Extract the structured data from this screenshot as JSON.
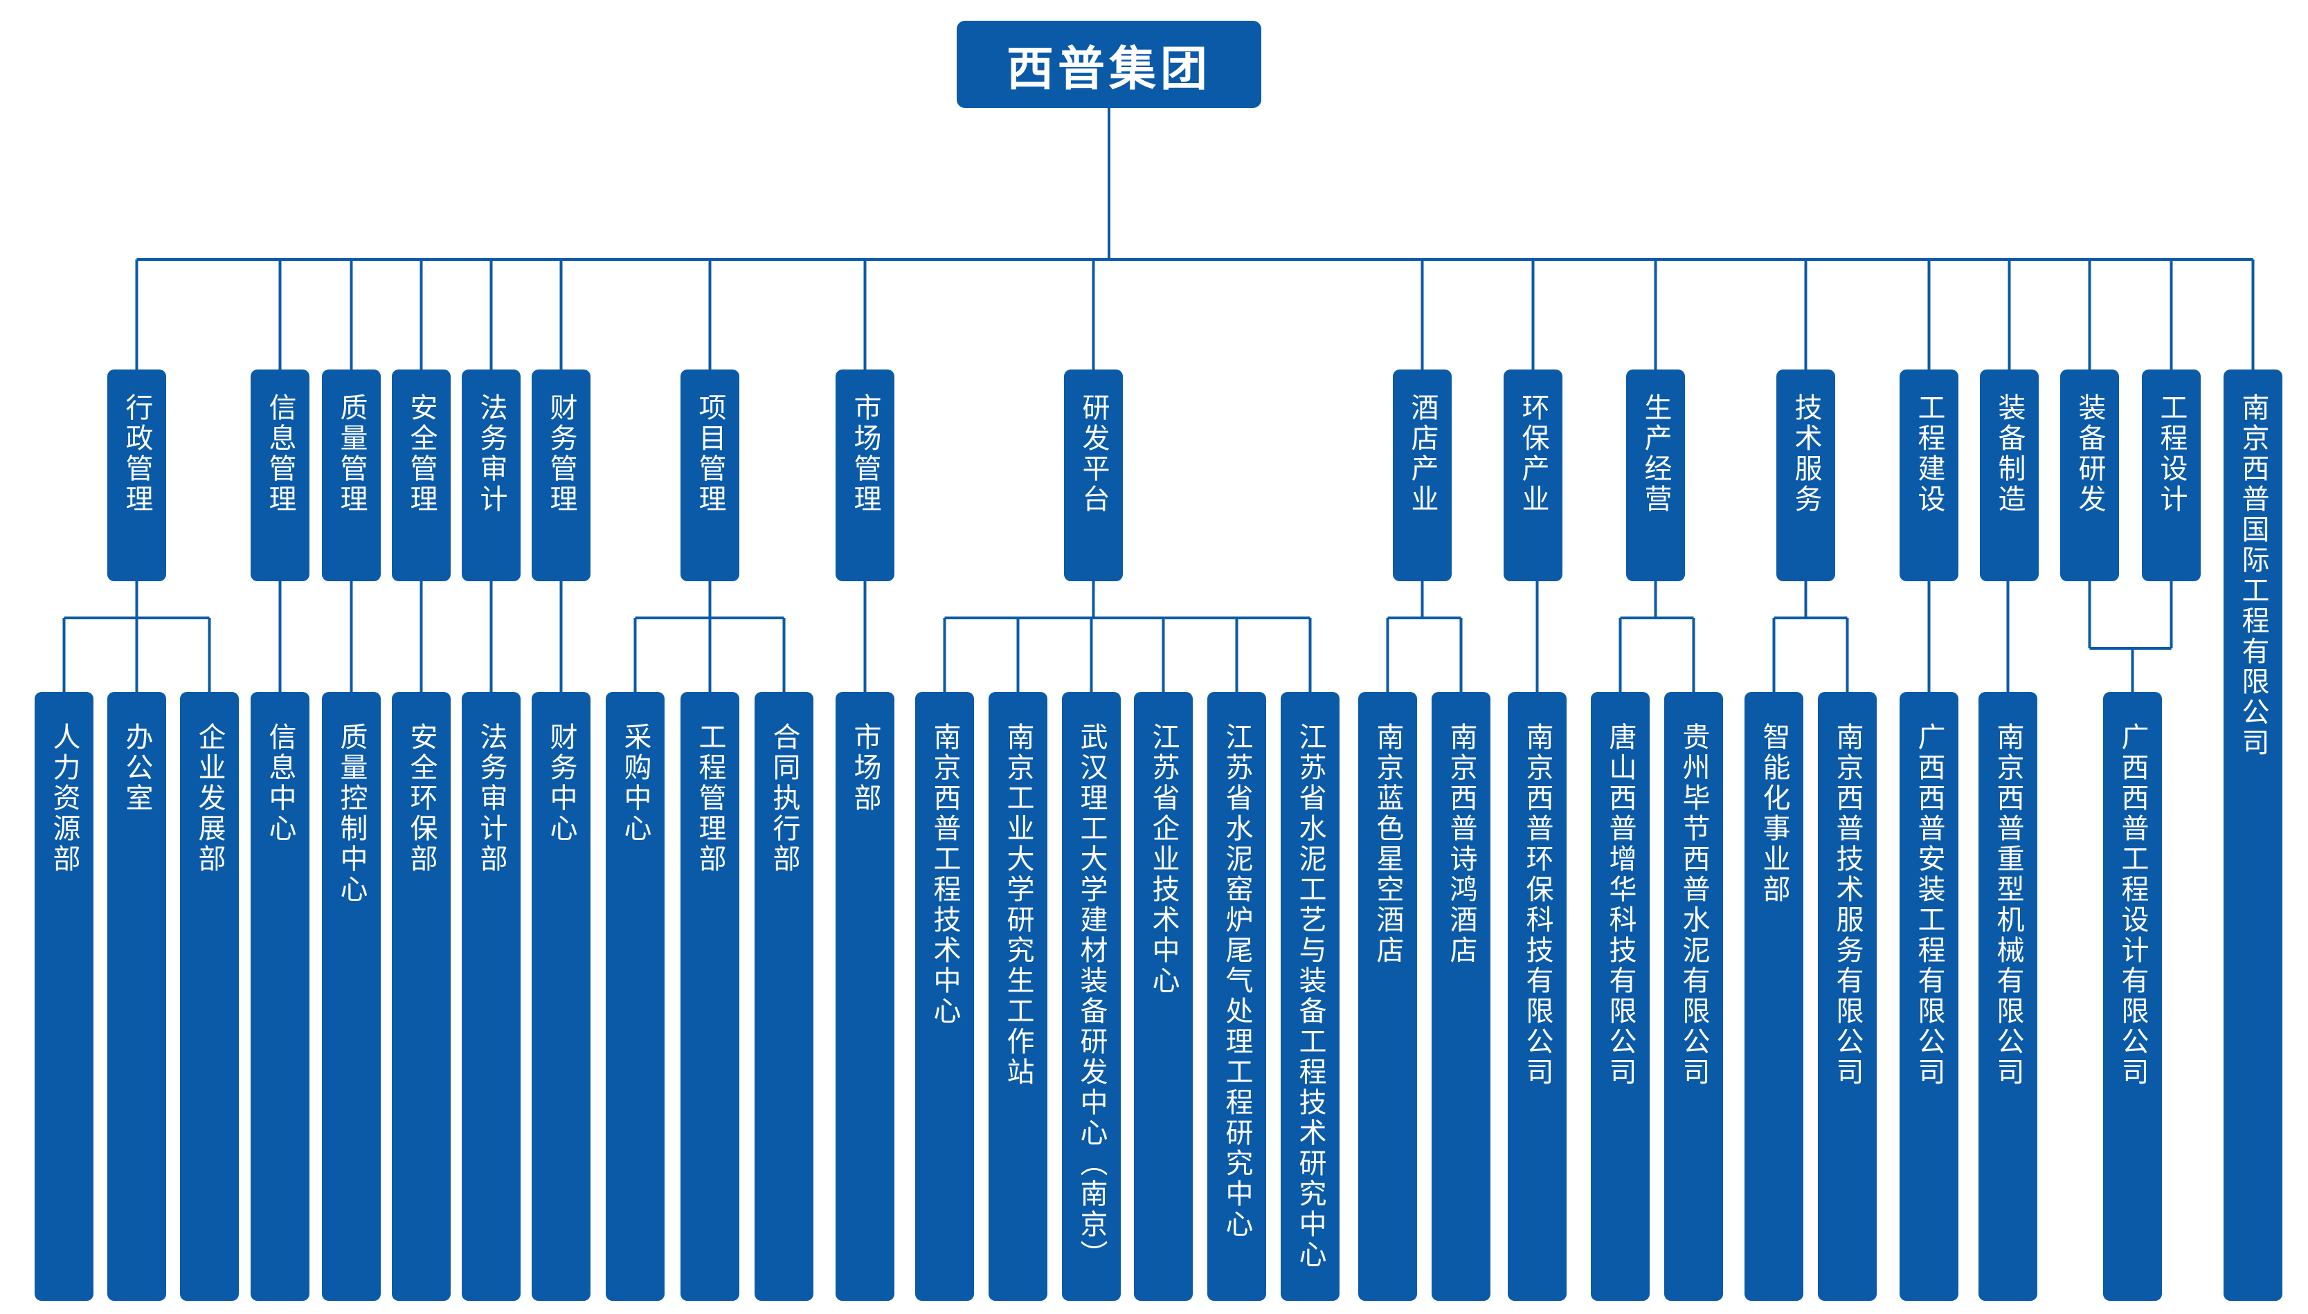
{
  "root": "西普集团",
  "colors": {
    "box": "#0b5aa8",
    "line": "#0b5aa8",
    "text": "#ffffff"
  },
  "groups": [
    {
      "label": "行政管理",
      "children": [
        "人力资源部",
        "办公室",
        "企业发展部"
      ]
    },
    {
      "label": "信息管理",
      "children": [
        "信息中心"
      ]
    },
    {
      "label": "质量管理",
      "children": [
        "质量控制中心"
      ]
    },
    {
      "label": "安全管理",
      "children": [
        "安全环保部"
      ]
    },
    {
      "label": "法务审计",
      "children": [
        "法务审计部"
      ]
    },
    {
      "label": "财务管理",
      "children": [
        "财务中心"
      ]
    },
    {
      "label": "项目管理",
      "children": [
        "采购中心",
        "工程管理部",
        "合同执行部"
      ]
    },
    {
      "label": "市场管理",
      "children": [
        "市场部"
      ]
    },
    {
      "label": "研发平台",
      "children": [
        "南京西普工程技术中心",
        "南京工业大学研究生工作站",
        "武汉理工大学建材装备研发中心（南京）",
        "江苏省企业技术中心",
        "江苏省水泥窑炉尾气处理工程研究中心",
        "江苏省水泥工艺与装备工程技术研究中心"
      ]
    },
    {
      "label": "酒店产业",
      "children": [
        "南京蓝色星空酒店",
        "南京西普诗鸿酒店"
      ]
    },
    {
      "label": "环保产业",
      "children": [
        "南京西普环保科技有限公司"
      ]
    },
    {
      "label": "生产经营",
      "children": [
        "唐山西普增华科技有限公司",
        "贵州毕节西普水泥有限公司"
      ]
    },
    {
      "label": "技术服务",
      "children": [
        "智能化事业部",
        "南京西普技术服务有限公司"
      ]
    },
    {
      "label": "工程建设",
      "children": [
        "广西西普安装工程有限公司"
      ]
    },
    {
      "label": "装备制造",
      "children": [
        "南京西普重型机械有限公司"
      ]
    },
    {
      "label": "装备研发",
      "children": [
        "广西西普工程设计有限公司"
      ]
    },
    {
      "label": "工程设计",
      "children": []
    },
    {
      "label": "南京西普国际工程有限公司",
      "children": []
    }
  ]
}
